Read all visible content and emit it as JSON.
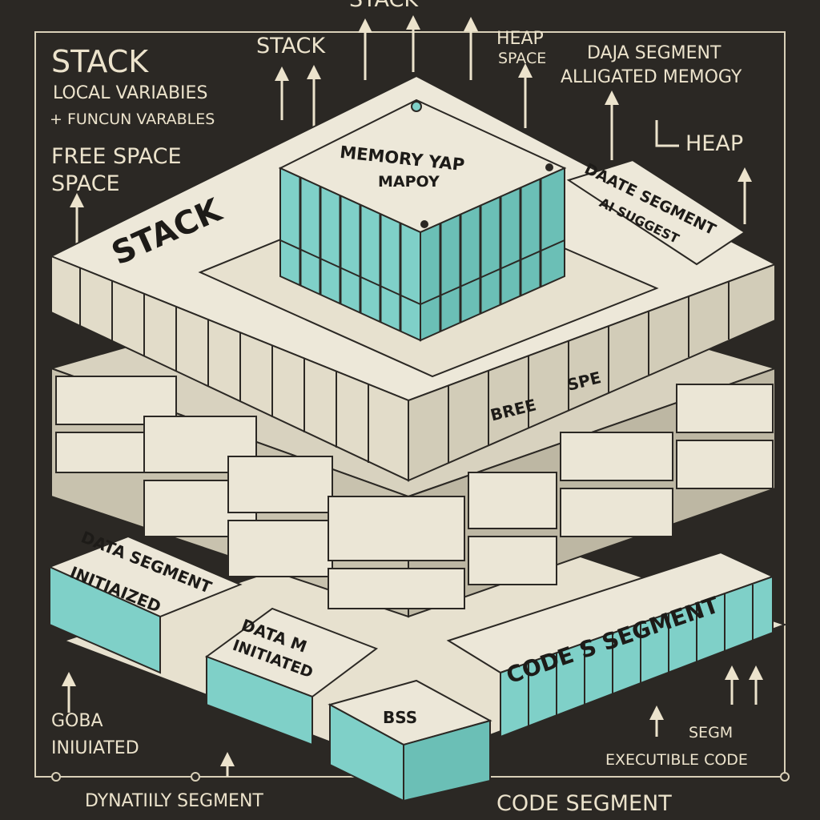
{
  "colors": {
    "background": "#2b2824",
    "block_face": "#ebe6d6",
    "block_shadow": "#b9b3a0",
    "accent_teal": "#7fd0c8",
    "ink": "#1d1b18",
    "line": "#d9d0b8"
  },
  "labels": {
    "top_partial": "STACK",
    "stack_heading": "STACK",
    "local_vars": "LOCAL VARIABIES",
    "func_vars": "+ FUNCUN VARABLES",
    "free_space_1": "FREE SPACE",
    "free_space_2": "SPACE",
    "stack_top": "STACK",
    "heap_space_1": "HEAP",
    "heap_space_2": "SPACE",
    "data_segment": "DAJA SEGMENT",
    "allocated_memory": "ALLIGATED MEMOGY",
    "heap": "HEAP",
    "gobal": "GOBA",
    "initiated": "INIUIATED",
    "dynamic_segment": "DYNATIILY SEGMENT",
    "code_segment_bottom": "CODE SEGMENT",
    "executable_code": "EXECUTIBLE CODE",
    "seg_right": "SEGM"
  },
  "blocks": {
    "memory_map_1": "MEMORY YAP",
    "memory_map_2": "MAPOY",
    "stack_plate": "STACK",
    "date_segment_1": "DAATE SEGMENT",
    "date_segment_2": "AI SUGGEST",
    "free": "BREE",
    "spe": "SPE",
    "data_seg_init_1": "DATA SEGMENT",
    "data_seg_init_2": "INITIAIZED",
    "data_init_1": "DATA M",
    "data_init_2": "INITIATED",
    "bss": "BSS",
    "code_segment": "CODE S SEGMENT"
  }
}
